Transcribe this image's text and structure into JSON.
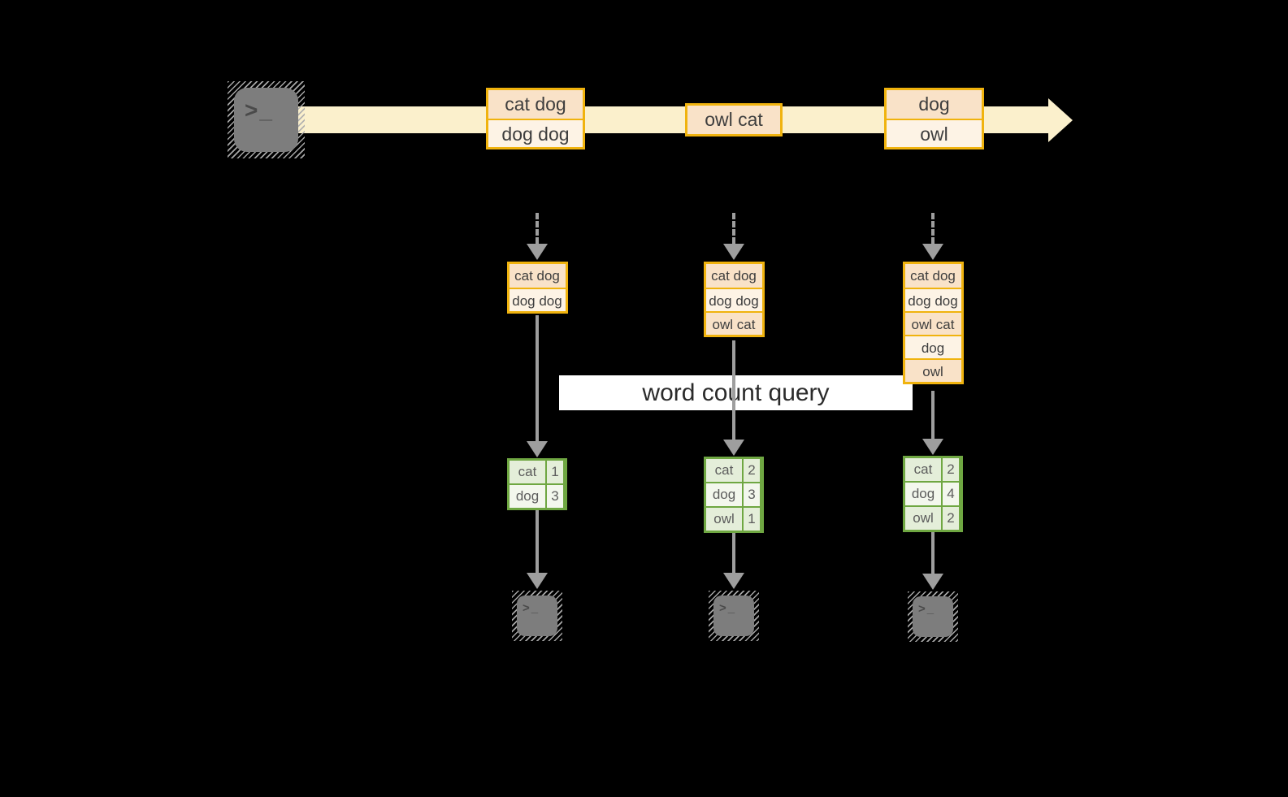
{
  "query_label": "word count query",
  "terminal_icon": {
    "prompt": ">",
    "cursor": "_"
  },
  "timeline_batches": [
    {
      "rows": [
        "cat dog",
        "dog dog"
      ]
    },
    {
      "rows": [
        "owl cat"
      ]
    },
    {
      "rows": [
        "dog",
        "owl"
      ]
    }
  ],
  "columns": [
    {
      "state_rows": [
        "cat dog",
        "dog dog"
      ],
      "counts": [
        {
          "word": "cat",
          "count": "1"
        },
        {
          "word": "dog",
          "count": "3"
        }
      ]
    },
    {
      "state_rows": [
        "cat dog",
        "dog dog",
        "owl cat"
      ],
      "counts": [
        {
          "word": "cat",
          "count": "2"
        },
        {
          "word": "dog",
          "count": "3"
        },
        {
          "word": "owl",
          "count": "1"
        }
      ]
    },
    {
      "state_rows": [
        "cat dog",
        "dog dog",
        "owl cat",
        "dog",
        "owl"
      ],
      "counts": [
        {
          "word": "cat",
          "count": "2"
        },
        {
          "word": "dog",
          "count": "4"
        },
        {
          "word": "owl",
          "count": "2"
        }
      ]
    }
  ],
  "colors": {
    "background": "#000000",
    "stream_band": "#fbf0cc",
    "orange_border": "#f0b30e",
    "record_fill_dark": "#f9e2c8",
    "record_fill_light": "#fdf3e5",
    "green_border": "#6fa742",
    "green_cell": "#e4eed9",
    "green_cell_light": "#f3f7ed",
    "arrow_gray": "#9e9e9e",
    "terminal_gray": "#7d7d7d",
    "query_band_bg": "#ffffff",
    "text_dark": "#3e3e3e"
  }
}
